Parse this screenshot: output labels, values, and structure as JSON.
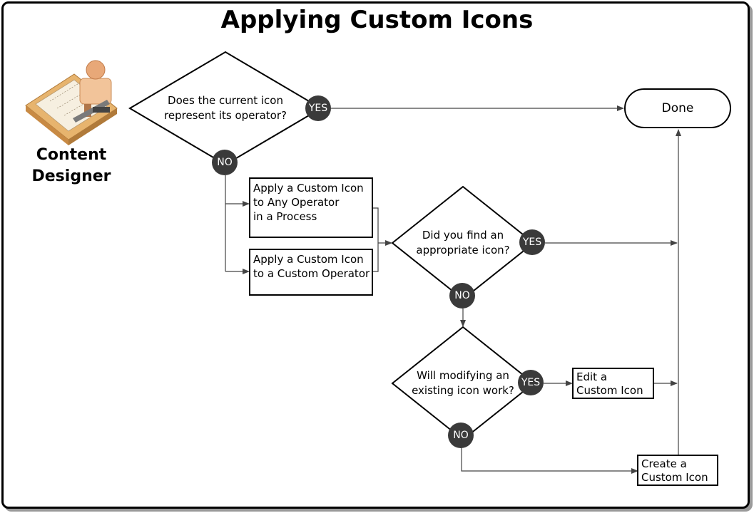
{
  "title": "Applying Custom Icons",
  "persona": {
    "label_line1": "Content",
    "label_line2": "Designer",
    "icon": "designer-at-desk-icon"
  },
  "decisions": {
    "d1": {
      "line1": "Does the current icon",
      "line2": "represent its operator?",
      "yes": "YES",
      "no": "NO"
    },
    "d2": {
      "line1": "Did you find an",
      "line2": "appropriate icon?",
      "yes": "YES",
      "no": "NO"
    },
    "d3": {
      "line1": "Will modifying an",
      "line2": "existing icon work?",
      "yes": "YES",
      "no": "NO"
    }
  },
  "processes": {
    "any_operator": {
      "line1": "Apply a Custom Icon",
      "line2": "to Any Operator",
      "line3": "in a Process"
    },
    "custom_operator": {
      "line1": "Apply a Custom Icon",
      "line2": "to a Custom Operator"
    },
    "edit_icon": {
      "line1": "Edit a",
      "line2": "Custom Icon"
    },
    "create_icon": {
      "line1": "Create a",
      "line2": "Custom Icon"
    }
  },
  "terminal": {
    "done": "Done"
  },
  "colors": {
    "badge": "#3a3a3a",
    "line": "#444444",
    "persona_skin": "#e8a878",
    "persona_shirt": "#f2c49a"
  }
}
